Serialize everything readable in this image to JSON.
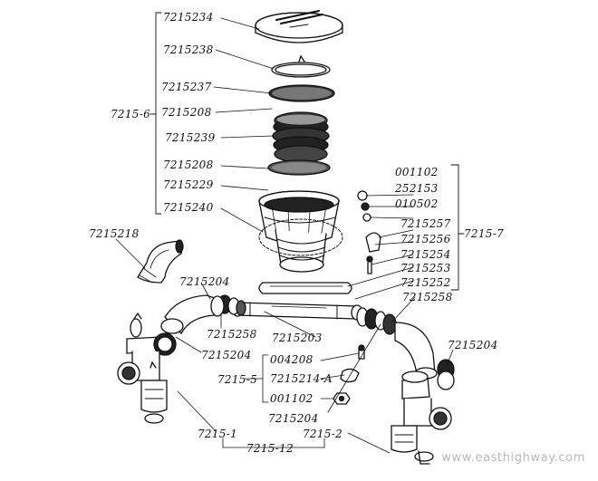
{
  "labels": {
    "top_group_parts": [
      "7215234",
      "7215238",
      "7215237",
      "7215208",
      "7215239",
      "7215208",
      "7215229",
      "7215240"
    ],
    "group_filter": "7215-6",
    "right_group_parts": [
      "001102",
      "252153",
      "010502",
      "7215257",
      "7215256",
      "7215254",
      "7215253",
      "7215252"
    ],
    "group_right": "7215-7",
    "hose": "7215218",
    "elbow_upper": "7215204",
    "clamp_left": "7215258",
    "elbow_left": "7215204",
    "tube": "7215203",
    "clamp_right": "7215258",
    "elbow_right": "7215204",
    "mid_group_parts": [
      "004208",
      "7215214-A",
      "001102"
    ],
    "group_mid": "7215-5",
    "elbow_bottom": "7215204",
    "carb_left": "7215-1",
    "carb_right": "7215-2",
    "carb_pair": "7215-12"
  },
  "watermark": "www.easthighway.com",
  "colors": {
    "ink": "#111111",
    "watermark": "#b8b8b8"
  }
}
